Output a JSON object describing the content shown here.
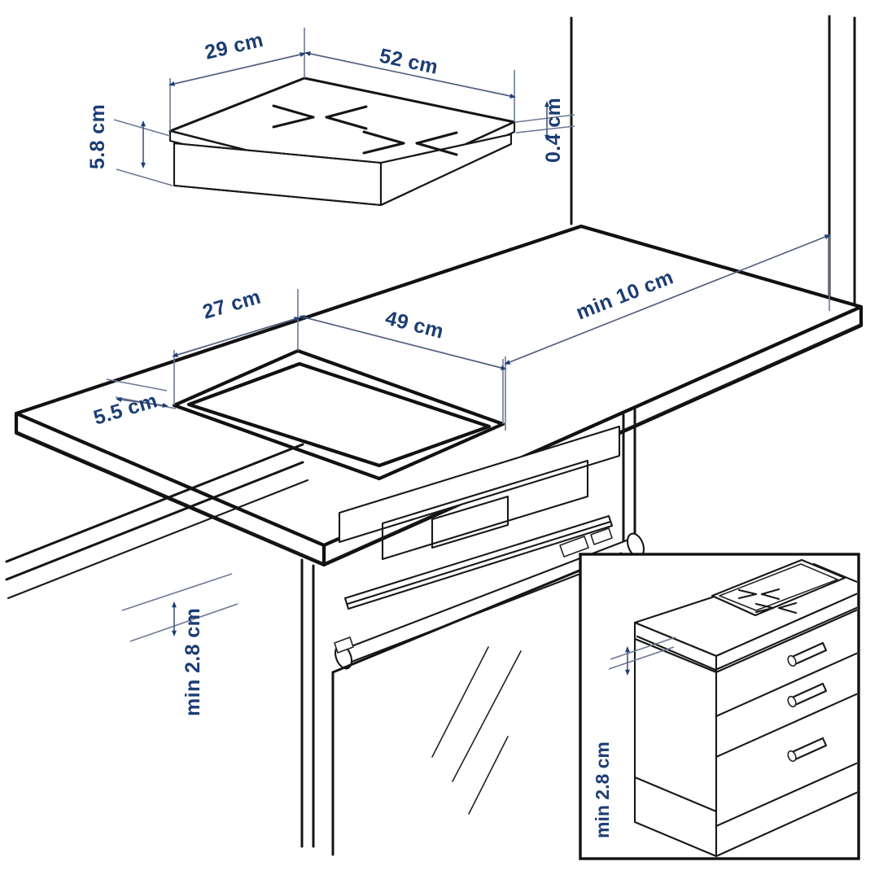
{
  "document": {
    "kind": "appliance-installation-diagram",
    "title": "Hob installation dimensions",
    "background_color": "#ffffff",
    "line_color": "#111111",
    "dimension_color": "#1c3d73",
    "dimension_line_color": "#6e7896"
  },
  "dimensions": {
    "hob_depth": "29 cm",
    "hob_width": "52 cm",
    "hob_body_height": "5.8 cm",
    "hob_glass_thickness": "0.4 cm",
    "cutout_depth": "27 cm",
    "cutout_width": "49 cm",
    "edge_front_margin": "5.5 cm",
    "wall_clearance": "min 10 cm",
    "worktop_clearance": "min 2.8 cm",
    "inset_clearance": "min 2.8 cm"
  },
  "views": {
    "hob": {
      "name": "Induction hob, isometric",
      "cooking_zones": 2,
      "zone_marking": "opposing-chevrons"
    },
    "worktop": {
      "name": "Worktop with cut-out, isometric",
      "has_cutout": true,
      "wall_at_right": true
    },
    "oven": {
      "name": "Built-under oven cabinet",
      "has_door_handle": true,
      "has_control_panel": true,
      "has_glass_door": true
    },
    "inset": {
      "name": "Drawer cabinet detail view",
      "drawer_count": 3,
      "has_hob_on_top": true
    }
  }
}
